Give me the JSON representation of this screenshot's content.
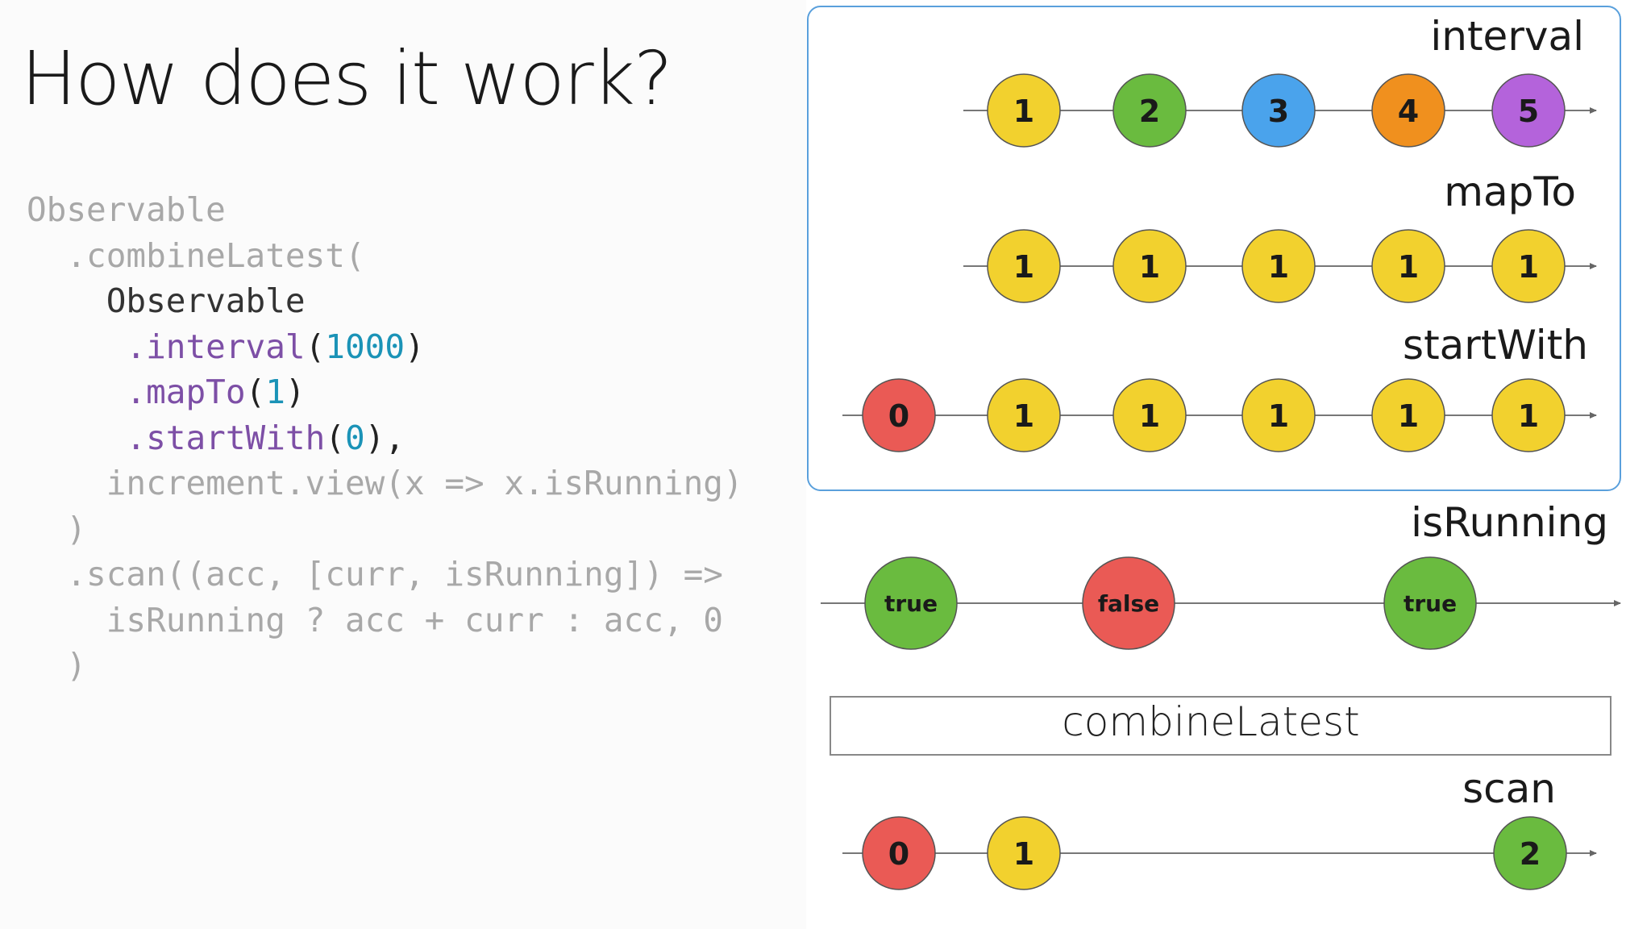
{
  "slide": {
    "title": "How does it work?"
  },
  "code": {
    "line1": "Observable",
    "line2": "  .combineLatest(",
    "line3": "    Observable",
    "line4_dot": "     .",
    "line4_method": "interval",
    "line4_open": "(",
    "line4_arg": "1000",
    "line4_close": ")",
    "line5_dot": "     .",
    "line5_method": "mapTo",
    "line5_open": "(",
    "line5_arg": "1",
    "line5_close": ")",
    "line6_dot": "     .",
    "line6_method": "startWith",
    "line6_open": "(",
    "line6_arg": "0",
    "line6_close": "),",
    "line7": "    increment.view(x => x.isRunning)",
    "line8": "  )",
    "line9": "  .scan((acc, [curr, isRunning]) =>",
    "line10": "    isRunning ? acc + curr : acc, 0",
    "line11": "  )"
  },
  "colors": {
    "yellow": "#f2d12e",
    "green": "#6abb3f",
    "blue": "#4aa3ec",
    "orange": "#f0901e",
    "purple": "#b463db",
    "red": "#ea5a55",
    "group_border": "#5aa0dc"
  },
  "diagram": {
    "streams": [
      {
        "label": "interval",
        "marbles": [
          {
            "text": "1",
            "color": "yellow"
          },
          {
            "text": "2",
            "color": "green"
          },
          {
            "text": "3",
            "color": "blue"
          },
          {
            "text": "4",
            "color": "orange"
          },
          {
            "text": "5",
            "color": "purple"
          }
        ]
      },
      {
        "label": "mapTo",
        "marbles": [
          {
            "text": "1",
            "color": "yellow"
          },
          {
            "text": "1",
            "color": "yellow"
          },
          {
            "text": "1",
            "color": "yellow"
          },
          {
            "text": "1",
            "color": "yellow"
          },
          {
            "text": "1",
            "color": "yellow"
          }
        ]
      },
      {
        "label": "startWith",
        "marbles": [
          {
            "text": "0",
            "color": "red"
          },
          {
            "text": "1",
            "color": "yellow"
          },
          {
            "text": "1",
            "color": "yellow"
          },
          {
            "text": "1",
            "color": "yellow"
          },
          {
            "text": "1",
            "color": "yellow"
          },
          {
            "text": "1",
            "color": "yellow"
          }
        ]
      },
      {
        "label": "isRunning",
        "marbles": [
          {
            "text": "true",
            "color": "green"
          },
          {
            "text": "false",
            "color": "red"
          },
          {
            "text": "true",
            "color": "green"
          }
        ]
      },
      {
        "label": "scan",
        "marbles": [
          {
            "text": "0",
            "color": "red"
          },
          {
            "text": "1",
            "color": "yellow"
          },
          {
            "text": "2",
            "color": "green"
          }
        ]
      }
    ],
    "operator_box": "combineLatest"
  }
}
